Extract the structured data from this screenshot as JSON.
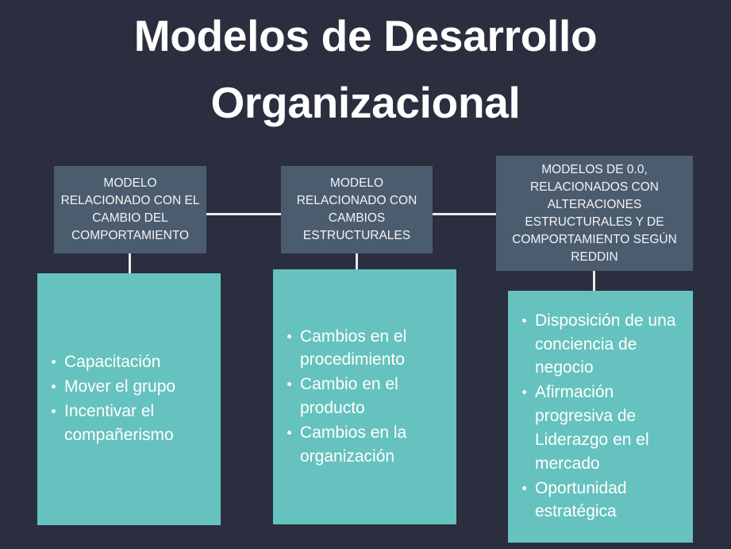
{
  "slide": {
    "title": "Modelos de Desarrollo Organizacional",
    "background_color": "#2b2e3e",
    "header_box_color": "#4c5c6f",
    "content_box_color": "#65c2bf",
    "text_color": "#ffffff",
    "connector_color": "#e8e9ec"
  },
  "columns": [
    {
      "header": "MODELO RELACIONADO CON EL CAMBIO DEL COMPORTAMIENTO",
      "items": [
        "Capacitación",
        "Mover el grupo",
        "Incentivar el compañerismo"
      ]
    },
    {
      "header": "MODELO RELACIONADO CON CAMBIOS ESTRUCTURALES",
      "items": [
        "Cambios en el procedimiento",
        "Cambio en el producto",
        "Cambios en la organización"
      ]
    },
    {
      "header": "MODELOS DE 0.0, RELACIONADOS CON ALTERACIONES ESTRUCTURALES Y DE COMPORTAMIENTO SEGÚN REDDIN",
      "items": [
        "Disposición de una conciencia de negocio",
        "Afirmación progresiva de Liderazgo en el mercado",
        "Oportunidad estratégica"
      ]
    }
  ]
}
